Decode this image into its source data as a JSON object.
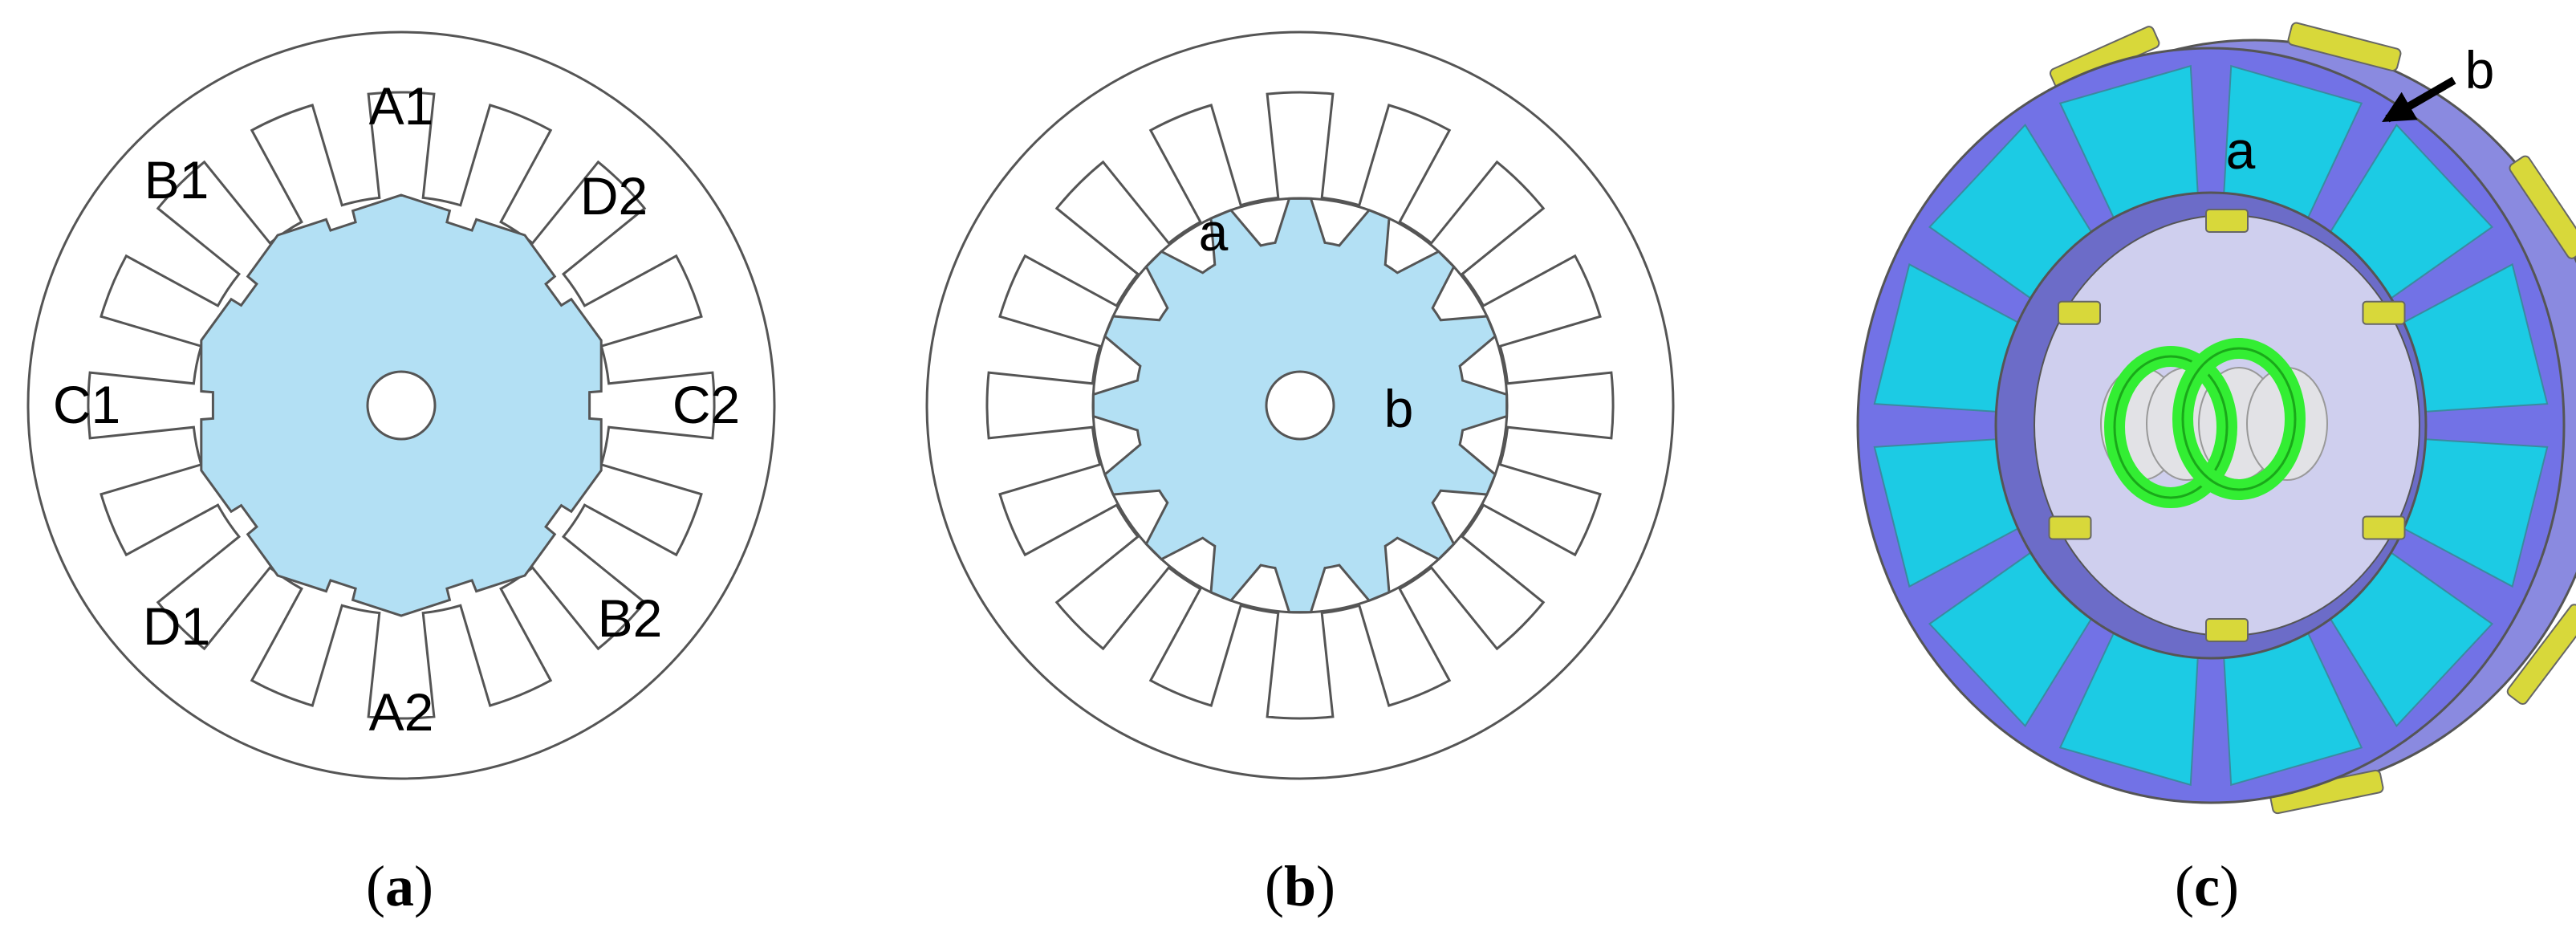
{
  "panels": [
    {
      "id": "a",
      "caption_open": "(",
      "caption_letter": "a",
      "caption_close": ")",
      "phase_labels": [
        "A1",
        "B1",
        "D2",
        "C1",
        "C2",
        "D1",
        "B2",
        "A2"
      ],
      "stator_slots": 16,
      "rotor_poles": 10
    },
    {
      "id": "b",
      "caption_open": "(",
      "caption_letter": "b",
      "caption_close": ")",
      "labels": [
        "a",
        "b"
      ],
      "stator_slots": 16,
      "rotor_poles": 16
    },
    {
      "id": "c",
      "caption_open": "(",
      "caption_letter": "c",
      "caption_close": ")",
      "labels": [
        "a",
        "b"
      ],
      "stator_segments": 12
    }
  ],
  "colors": {
    "outline": "#555555",
    "rotor_fill": "#b3e0f4",
    "segment_cyan": "#1ccbe4",
    "spacer_purple": "#7272e6",
    "hub_lavender": "#cfcfee",
    "magnet_yellow": "#d8d83a",
    "coil_green": "#33ee33"
  }
}
